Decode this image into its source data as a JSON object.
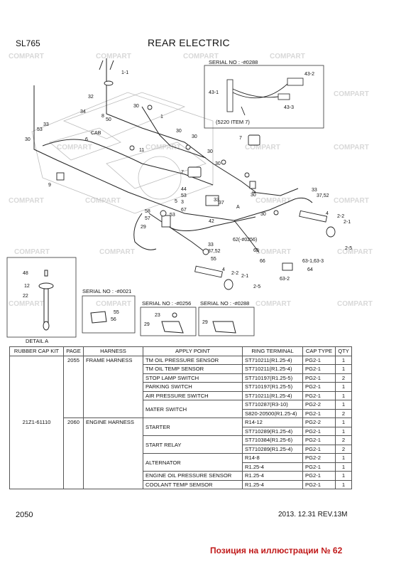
{
  "header": {
    "model": "SL765",
    "title": "REAR ELECTRIC"
  },
  "diagram": {
    "watermark": "COMPART",
    "serial_top": "SERIAL NO : -#0288",
    "serial_0021": "SERIAL NO : -#0021",
    "serial_0256": "SERIAL NO : -#0256",
    "serial_0288b": "SERIAL NO : -#0288",
    "item_note": "(5220 ITEM 7)",
    "detail": "DETAIL A",
    "cab": "CAB",
    "labels": {
      "l1_1": "1-1",
      "l1": "1",
      "l30a": "30",
      "l30b": "30",
      "l30c": "30",
      "l30d": "30",
      "l30e": "30",
      "l30f": "30",
      "l30g": "30",
      "l30h": "30",
      "l32": "32",
      "l34": "34",
      "l33a": "33",
      "l53a": "53",
      "l8": "8",
      "l50": "50",
      "l6": "6",
      "l11": "11",
      "l7a": "7",
      "l7b": "7",
      "l9": "9",
      "l44": "44",
      "l53b": "53",
      "l3": "3",
      "l5": "5",
      "l67": "67",
      "l58": "58",
      "l57": "57",
      "l29": "29",
      "l53c": "53",
      "l33b": "33",
      "l37a": "37",
      "l42": "42",
      "lA": "A",
      "l62": "62(-#0256)",
      "l33c": "33",
      "l3752a": "37,52",
      "l55a": "55",
      "l65": "65",
      "l66": "66",
      "l4a": "4",
      "l22a": "2-2",
      "l21a": "2-1",
      "l25a": "2-5",
      "l33d": "33",
      "l3752b": "37,52",
      "l4b": "4",
      "l22b": "2-2",
      "l21b": "2-1",
      "l25b": "2-5",
      "l631": "63-1,63-3",
      "l64": "64",
      "l632": "63-2",
      "l43_1": "43-1",
      "l43_2": "43-2",
      "l43_3": "43-3",
      "l48": "48",
      "l12": "12",
      "l22": "22",
      "l55b": "55",
      "l56": "56",
      "l23": "23",
      "l29b": "29",
      "l29c": "29"
    }
  },
  "table": {
    "headers": [
      "RUBBER CAP KIT",
      "PAGE",
      "HARNESS",
      "APPLY POINT",
      "RING TERMINAL",
      "CAP TYPE",
      "QTY"
    ],
    "kit": "21Z1-61110",
    "groups": [
      {
        "page": "2055",
        "harness": "FRAME HARNESS",
        "rows": [
          {
            "apply": "TM OIL PRESSURE SENSOR",
            "ring": "ST710211(R1.25-4)",
            "cap": "PG2-1",
            "qty": "1"
          },
          {
            "apply": "TM OIL TEMP SENSOR",
            "ring": "ST710211(R1.25-4)",
            "cap": "PG2-1",
            "qty": "1"
          },
          {
            "apply": "STOP LAMP SWITCH",
            "ring": "ST710197(R1.25-5)",
            "cap": "PG2-1",
            "qty": "2"
          },
          {
            "apply": "PARKING SWITCH",
            "ring": "ST710197(R1.25-5)",
            "cap": "PG2-1",
            "qty": "1"
          },
          {
            "apply": "AIR PRESSURE SWITCH",
            "ring": "ST710211(R1.25-4)",
            "cap": "PG2-1",
            "qty": "1"
          },
          {
            "apply": "MATER SWITCH",
            "ring": "ST710287(R3-10)",
            "cap": "PG2-2",
            "qty": "1"
          },
          {
            "apply": "",
            "ring": "S820-20500(R1.25-4)",
            "cap": "PG2-1",
            "qty": "2"
          }
        ]
      },
      {
        "page": "2060",
        "harness": "ENGINE HARNESS",
        "rows": [
          {
            "apply": "STARTER",
            "ring": "R14-12",
            "cap": "PG2-2",
            "qty": "1"
          },
          {
            "apply": "",
            "ring": "ST710289(R1.25-4)",
            "cap": "PG2-1",
            "qty": "1"
          },
          {
            "apply": "START RELAY",
            "ring": "ST710384(R1.25-6)",
            "cap": "PG2-1",
            "qty": "2"
          },
          {
            "apply": "",
            "ring": "ST710289(R1.25-4)",
            "cap": "PG2-1",
            "qty": "2"
          },
          {
            "apply": "ALTERNATOR",
            "ring": "R14-8",
            "cap": "PG2-2",
            "qty": "1"
          },
          {
            "apply": "",
            "ring": "R1.25-4",
            "cap": "PG2-1",
            "qty": "1"
          },
          {
            "apply": "ENGINE OIL PRESSURE SENSOR",
            "ring": "R1.25-4",
            "cap": "PG2-1",
            "qty": "1"
          },
          {
            "apply": "COOLANT TEMP SEMSOR",
            "ring": "R1.25-4",
            "cap": "PG2-1",
            "qty": "1"
          }
        ]
      }
    ]
  },
  "footer": {
    "page": "2050",
    "revision": "2013. 12.31  REV.13M"
  },
  "caption": "Позиция на иллюстрации № 62"
}
